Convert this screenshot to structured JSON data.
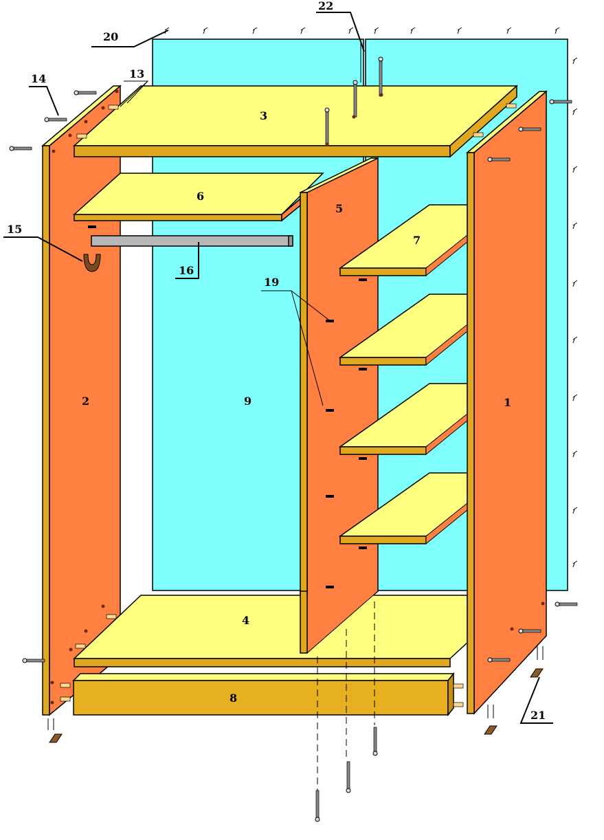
{
  "title": "Wardrobe assembly exploded view",
  "colors": {
    "back_panel": "#80ffff",
    "side_panel": "#ff8040",
    "shelf_top": "#ffff80",
    "edge": "#e0a820",
    "plinth": "#e6b020",
    "rod": "#b8b8b8",
    "pad": "#8b5a2b"
  },
  "labels": {
    "p1": "1",
    "p2": "2",
    "p3": "3",
    "p4": "4",
    "p5": "5",
    "p6": "6",
    "p7": "7",
    "p8": "8",
    "p9": "9",
    "p13": "13",
    "p14": "14",
    "p15": "15",
    "p16": "16",
    "p19": "19",
    "p20": "20",
    "p21": "21",
    "p22": "22"
  }
}
